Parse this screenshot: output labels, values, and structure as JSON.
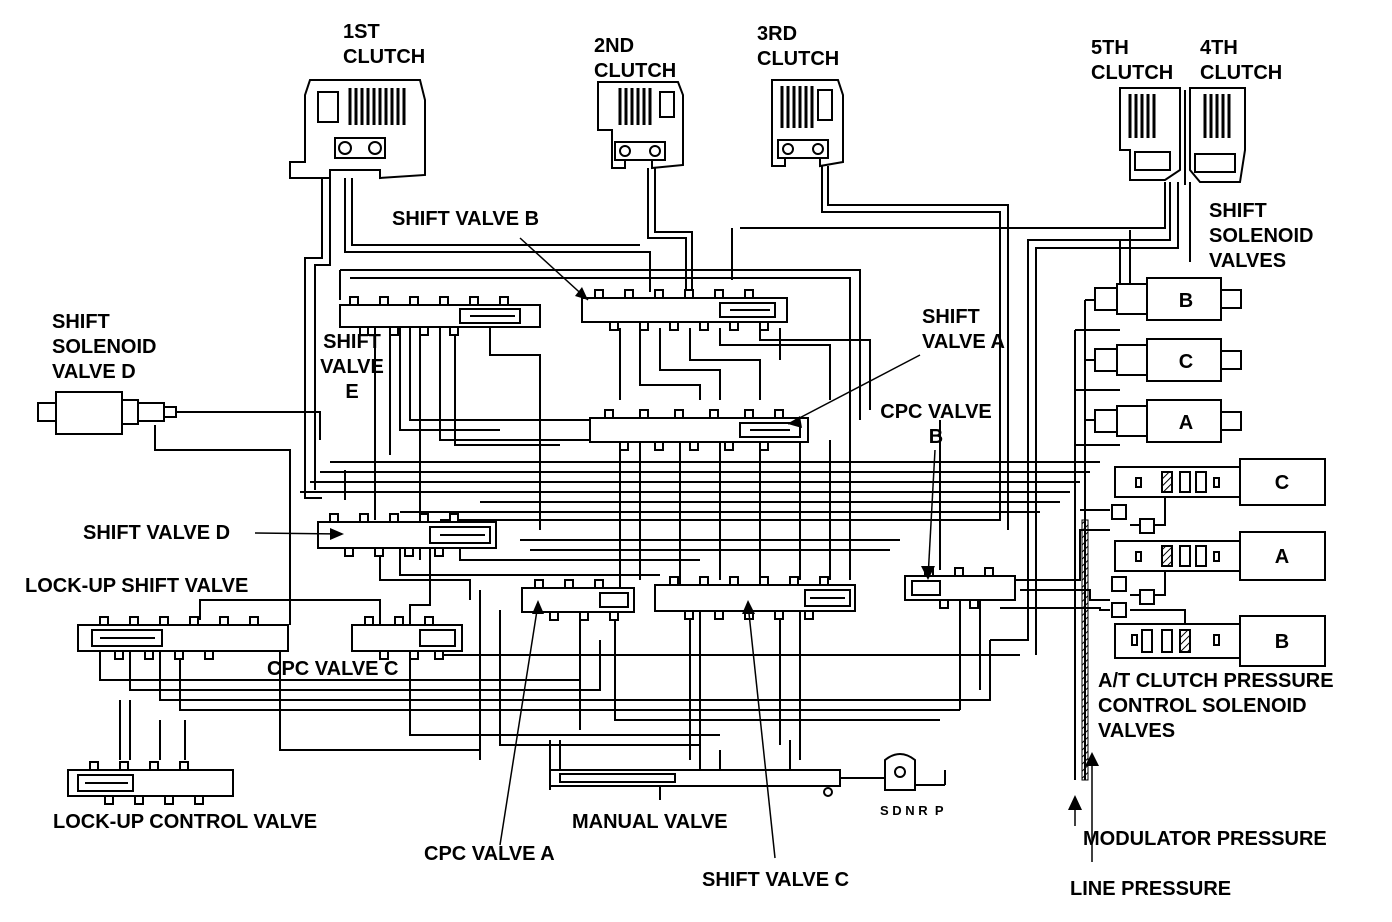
{
  "labels": {
    "clutch1": [
      "1ST",
      "CLUTCH"
    ],
    "clutch2": [
      "2ND",
      "CLUTCH"
    ],
    "clutch3": [
      "3RD",
      "CLUTCH"
    ],
    "clutch5": [
      "5TH",
      "CLUTCH"
    ],
    "clutch4": [
      "4TH",
      "CLUTCH"
    ],
    "shift_solenoid_valves": [
      "SHIFT",
      "SOLENOID",
      "VALVES"
    ],
    "shift_solenoid_valve_d": [
      "SHIFT",
      "SOLENOID",
      "VALVE D"
    ],
    "shift_valve_b": "SHIFT VALVE B",
    "shift_valve_e": [
      "SHIFT",
      "VALVE",
      "E"
    ],
    "shift_valve_a": [
      "SHIFT",
      "VALVE A"
    ],
    "cpc_valve_b": [
      "CPC VALVE",
      "B"
    ],
    "shift_valve_d": "SHIFT VALVE D",
    "lockup_shift_valve": "LOCK-UP SHIFT VALVE",
    "cpc_valve_c": "CPC VALVE C",
    "at_clutch_pressure": [
      "A/T CLUTCH PRESSURE",
      "CONTROL SOLENOID",
      "VALVES"
    ],
    "lockup_control_valve": "LOCK-UP CONTROL VALVE",
    "manual_valve": "MANUAL VALVE",
    "cpc_valve_a": "CPC VALVE A",
    "shift_valve_c": "SHIFT VALVE C",
    "modulator_pressure": "MODULATOR PRESSURE",
    "line_pressure": "LINE PRESSURE",
    "manual_positions": "S D N R  P"
  },
  "solenoid_letters": {
    "shift": [
      "B",
      "C",
      "A"
    ],
    "atclutch": [
      "C",
      "A",
      "B"
    ]
  }
}
